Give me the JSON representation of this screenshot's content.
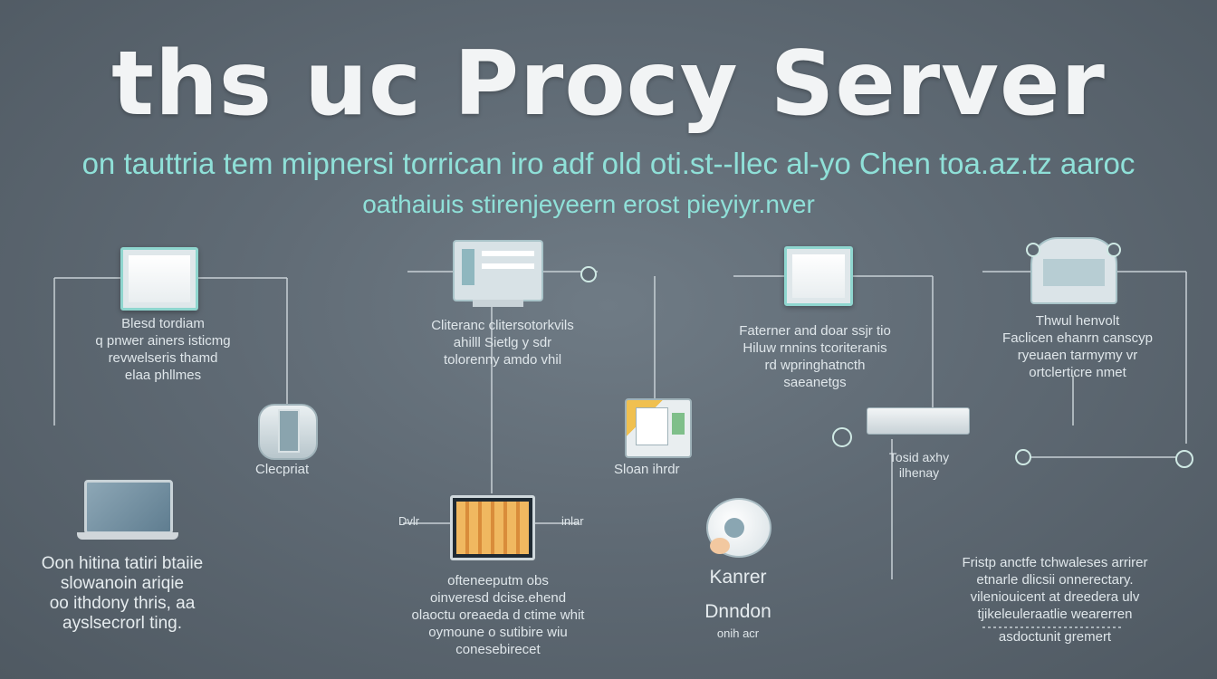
{
  "header": {
    "title": "ths uc Procy Server",
    "subtitle": "on tauttria tem mipnersi torrican iro adf old oti.st--llec al-yo Chen toa.az.tz aaroc",
    "subtitle2": "oathaiuis stirenjeyeern erost pieyiyr.nver"
  },
  "nodes": {
    "node1": {
      "caption": [
        "Blesd tordiam",
        "q pnwer ainers isticmg",
        "revwelseris thamd",
        "elaa phllmes"
      ]
    },
    "node2": {
      "caption": [
        "Cliteranc clitersotorkvils",
        "ahilll Sietlg y sdr",
        "tolorenny amdo vhil"
      ]
    },
    "node3": {
      "caption": [
        "Faterner and doar ssjr tio",
        "Hiluw rnnins tcoriteranis",
        "rd wpringhatncth",
        "saeanetgs"
      ]
    },
    "node4": {
      "caption": [
        "Thwul henvolt",
        "Faclicen ehanrn canscyp",
        "ryeuaen tarmymy vr",
        "ortclerticre nmet"
      ]
    },
    "device1": {
      "label": "Clecpriat"
    },
    "device2": {
      "label": "Sloan ihrdr"
    },
    "device3": {
      "caption": [
        "Tosid axhy",
        "ilhenay"
      ]
    },
    "laptop": {
      "caption": [
        "Oon hitina tatiri btaiie",
        "slowanoin ariqie",
        "oo ithdony thris, aa",
        "ayslsecrorl ting."
      ]
    },
    "center_monitor": {
      "side_left": "Dvlr",
      "side_right": "inlar",
      "caption": [
        "ofteneeputm obs",
        "oinveresd dcise.ehend",
        "olaoctu oreaeda d ctime whit",
        "oymoune o sutibire wiu",
        "conesebirecet"
      ]
    },
    "router": {
      "title": "Kanrer",
      "subtitle": "Dnndon",
      "small": "onih acr"
    },
    "right_bottom": {
      "caption": [
        "Fristp anctfe tchwaleses arrirer",
        "etnarle dlicsii onnerectary.",
        "vileniouicent at dreedera ulv",
        "tjikeleuleraatlie wearerren",
        "asdoctunit gremert"
      ]
    }
  },
  "colors": {
    "background": "#5f6a74",
    "accent": "#8fe0d8",
    "line": "#c7d0d5"
  }
}
